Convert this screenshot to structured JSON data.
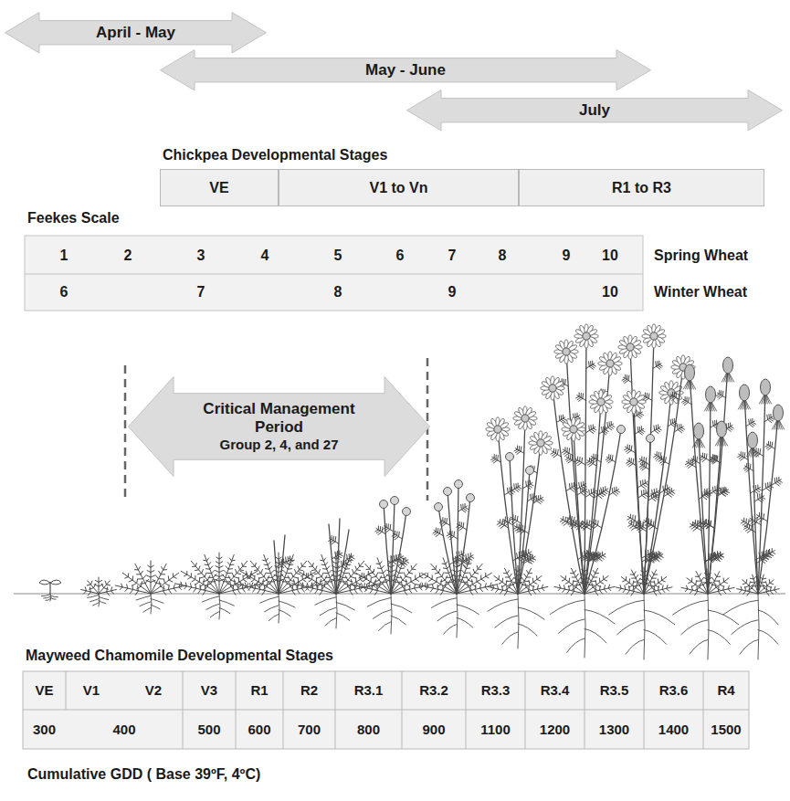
{
  "diagram": {
    "nodes": [
      {
        "text": [
          "April - May"
        ]
      },
      {
        "text": [
          "May - June"
        ]
      },
      {
        "text": [
          "July"
        ]
      },
      {
        "text": [
          "Chickpea Developmental Stages"
        ]
      },
      {
        "text": [
          "VE"
        ],
        "in": 3
      },
      {
        "text": [
          "V1 to Vn"
        ],
        "in": 3
      },
      {
        "text": [
          "R1 to R3"
        ],
        "in": 3
      },
      {
        "text": [
          "Feekes Scale"
        ]
      },
      {
        "text": [
          "Critical Management Period",
          "Group 2, 4, and 27"
        ]
      },
      {
        "text": [
          "Mayweed Chamomile Developmental Stages"
        ]
      }
    ],
    "labels": [
      "1",
      "2",
      "3",
      "4",
      "5",
      "6",
      "7",
      "8",
      "9",
      "10",
      "Spring Wheat",
      "6",
      "7",
      "8",
      "9",
      "10",
      "Winter Wheat",
      "VE",
      "V1",
      "V2",
      "V3",
      "R1",
      "R2",
      "R3.1",
      "R3.2",
      "R3.3",
      "R3.4",
      "R3.5",
      "R3.6",
      "R4",
      "300",
      "400",
      "500",
      "600",
      "700",
      "800",
      "900",
      "1100",
      "1200",
      "1300",
      "1400",
      "1500",
      "Cumulative GDD ( Base 39ºF, 4ºC)"
    ]
  }
}
